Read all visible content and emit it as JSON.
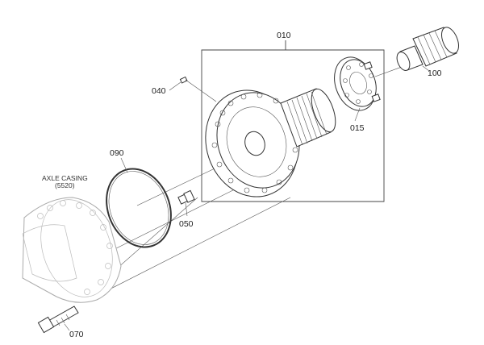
{
  "labels": {
    "p010": "010",
    "p040": "040",
    "p090": "090",
    "p015": "015",
    "p100": "100",
    "p050": "050",
    "p070": "070",
    "axle_line1": "AXLE CASING",
    "axle_line2": "(5520)"
  }
}
